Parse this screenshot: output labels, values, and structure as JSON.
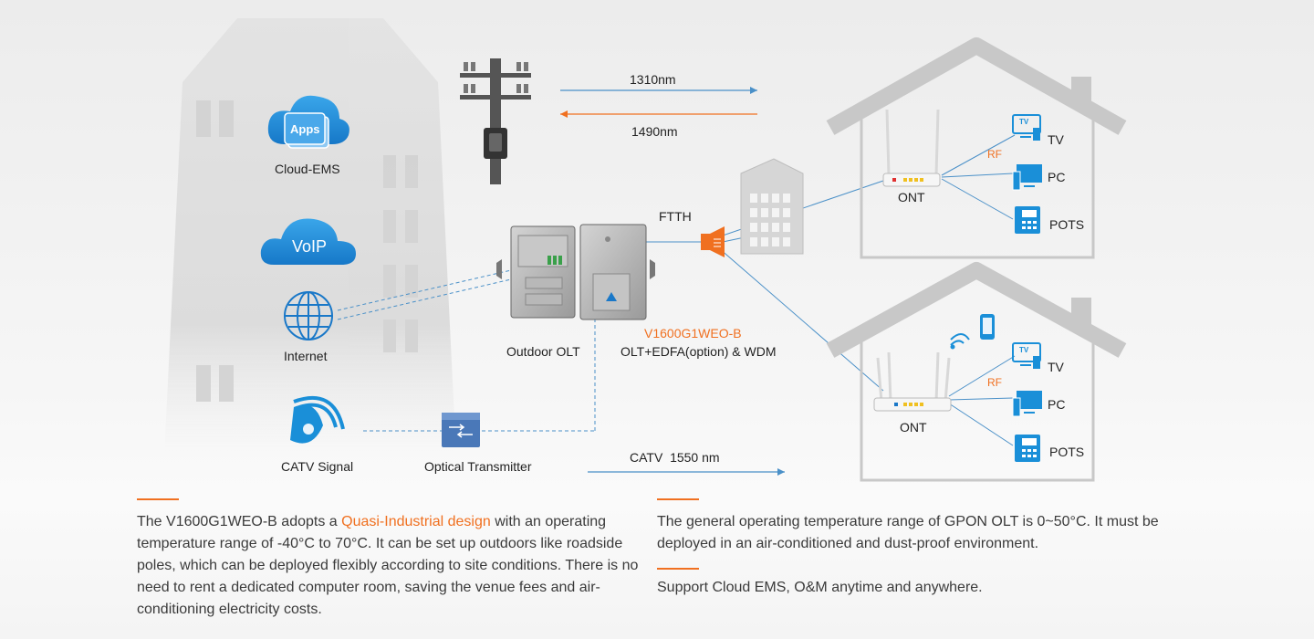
{
  "diagram": {
    "sources": {
      "cloud_ems_label": "Cloud-EMS",
      "apps_label": "Apps",
      "voip_label": "VoIP",
      "internet_label": "Internet",
      "catv_label": "CATV Signal"
    },
    "wavelengths": {
      "up": "1310nm",
      "down": "1490nm"
    },
    "olt": {
      "outdoor_label": "Outdoor OLT",
      "model": "V1600G1WEO-B",
      "model_desc": "OLT+EDFA(option) & WDM"
    },
    "ftth_label": "FTTH",
    "optical_transmitter_label": "Optical Transmitter",
    "catv_line_label": "CATV  1550 nm",
    "home1": {
      "ont_label": "ONT",
      "rf": "RF",
      "tv": "TV",
      "pc": "PC",
      "pots": "POTS",
      "tv_icon_text": "TV"
    },
    "home2": {
      "ont_label": "ONT",
      "rf": "RF",
      "tv": "TV",
      "pc": "PC",
      "pots": "POTS",
      "tv_icon_text": "TV"
    },
    "colors": {
      "accent": "#f07020",
      "blue": "#1a8fd8",
      "line": "#4a90c8"
    }
  },
  "description": {
    "left": {
      "before": "The V1600G1WEO-B adopts a ",
      "highlight": "Quasi-Industrial design",
      "after": " with an operating temperature range of -40°C to 70°C. It can be set up outdoors like roadside poles, which can be deployed flexibly according to site conditions. There is no need to rent a dedicated computer room, saving the venue fees and air-conditioning electricity costs."
    },
    "right_1": "The general operating temperature range of GPON OLT is 0~50°C. It must be deployed in an air-conditioned and dust-proof environment.",
    "right_2": "Support Cloud EMS, O&M anytime and anywhere."
  }
}
